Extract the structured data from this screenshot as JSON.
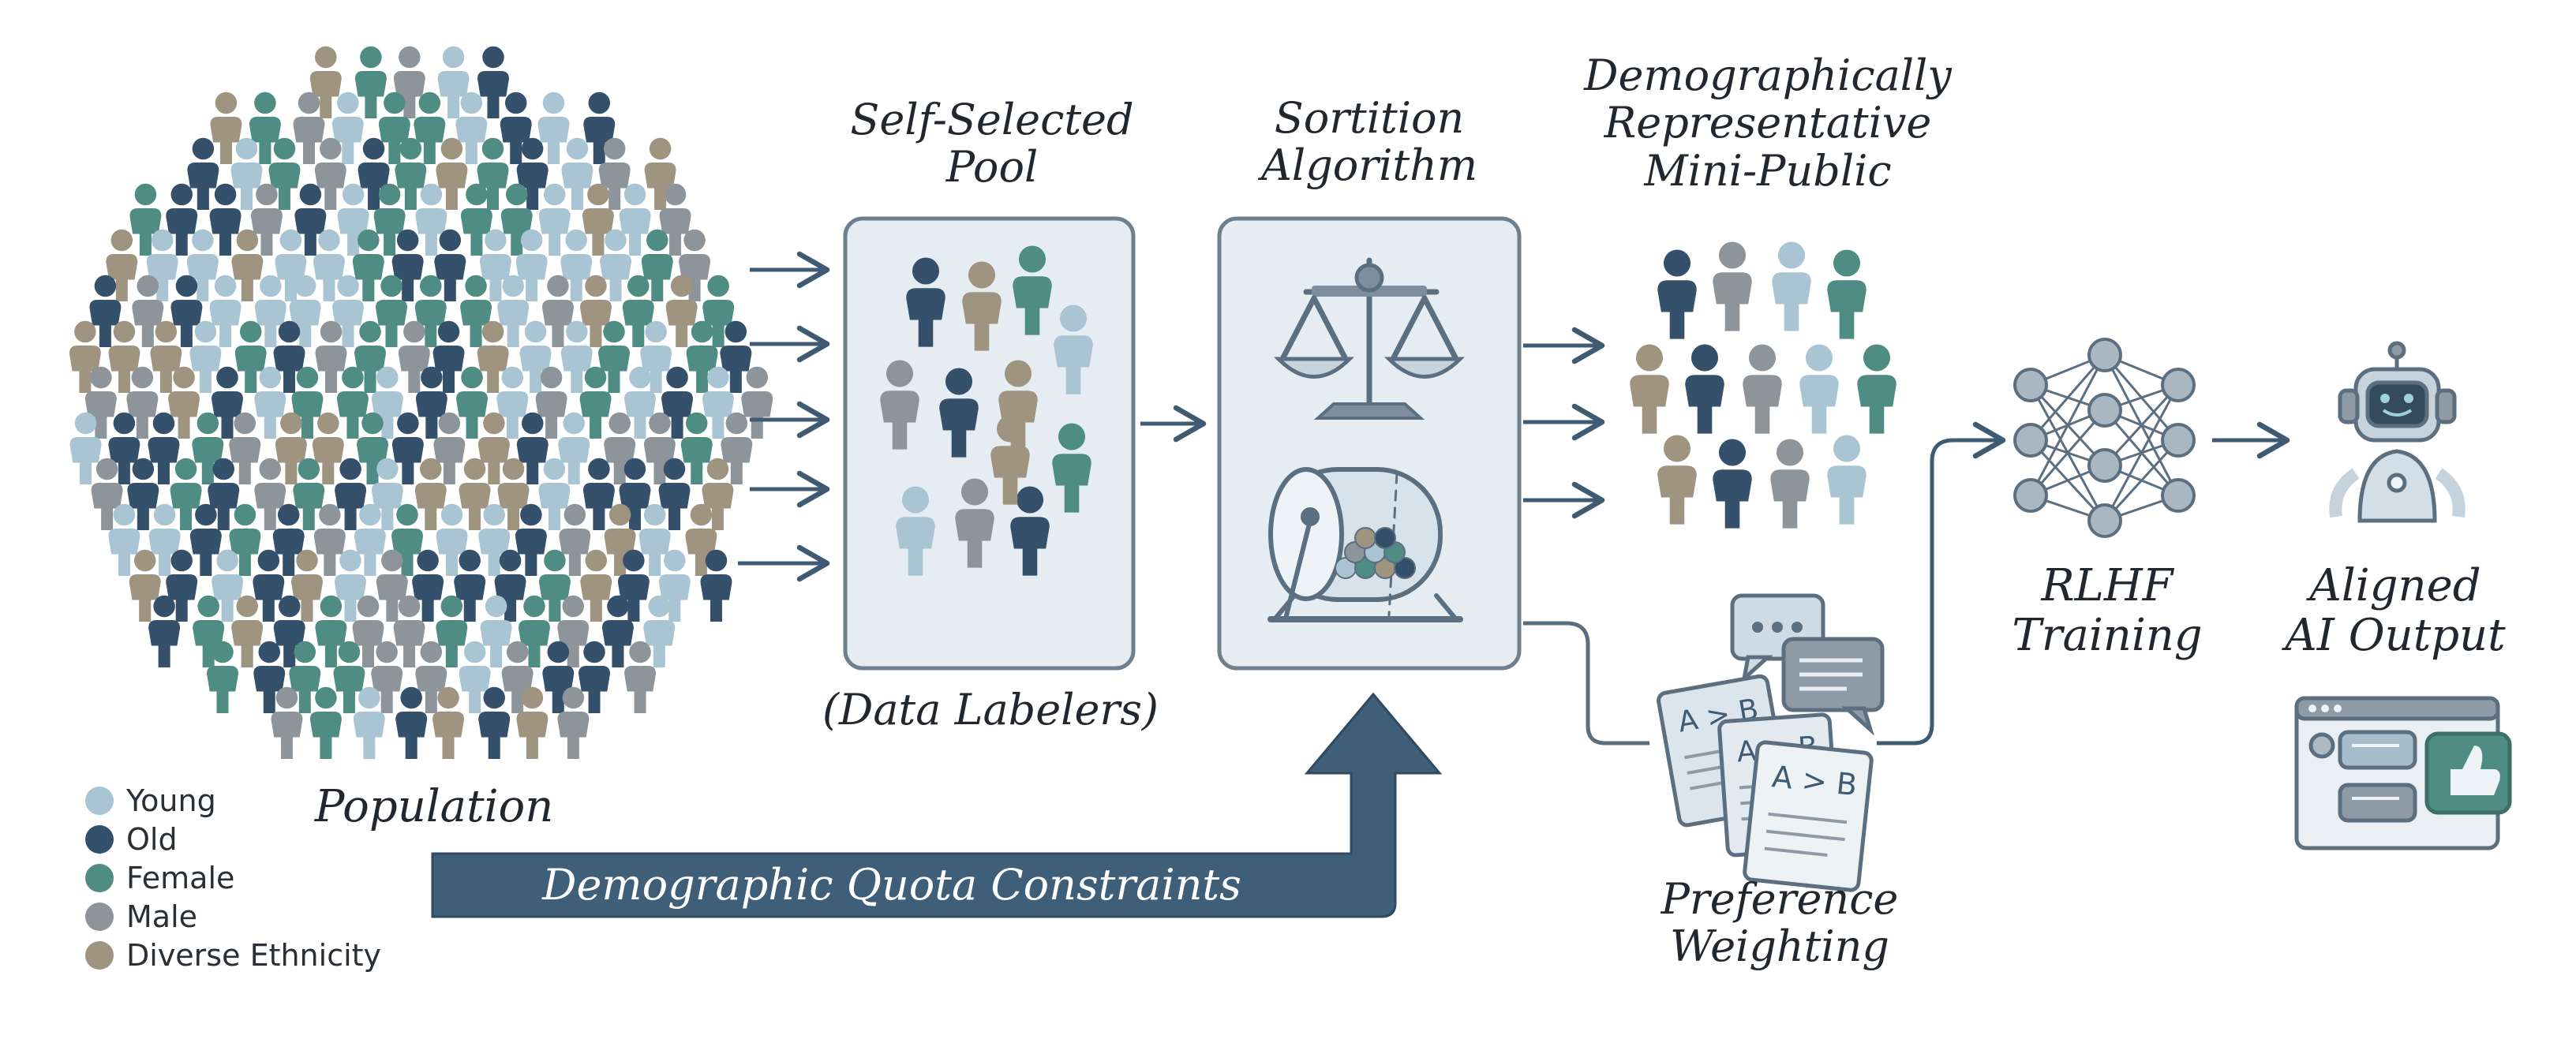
{
  "labels": {
    "self_selected_pool": "Self-Selected\nPool",
    "data_labelers": "(Data Labelers)",
    "sortition_algorithm": "Sortition\nAlgorithm",
    "mini_public": "Demographically\nRepresentative\nMini-Public",
    "population": "Population",
    "quota_constraints": "Demographic Quota Constraints",
    "preference_weighting": "Preference\nWeighting",
    "rlhf_training": "RLHF\nTraining",
    "aligned_output": "Aligned\nAI Output"
  },
  "comparison_cards": [
    "A > B",
    "A > B",
    "A > B"
  ],
  "legend": [
    {
      "label": "Young",
      "color": "#a9c4d3"
    },
    {
      "label": "Old",
      "color": "#34506b"
    },
    {
      "label": "Female",
      "color": "#4f8d84"
    },
    {
      "label": "Male",
      "color": "#8d959b"
    },
    {
      "label": "Diverse Ethnicity",
      "color": "#9e947f"
    }
  ],
  "colors": {
    "young": "#a9c4d3",
    "old": "#34506b",
    "female": "#4f8d84",
    "male": "#8d959b",
    "diverse": "#9e947f",
    "arrow": "#3f5a73",
    "box_fill": "#e6edf2",
    "box_stroke": "#6e7f8e",
    "quota_arrow": "#3f5e78"
  }
}
